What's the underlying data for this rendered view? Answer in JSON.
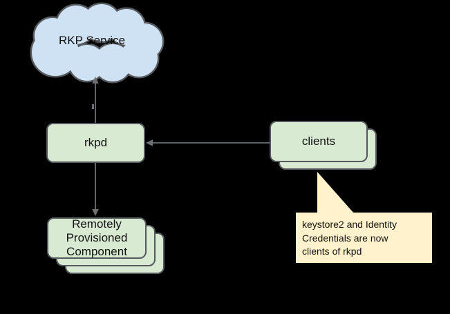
{
  "colors": {
    "canvas-bg": "#000000",
    "cloud-fill": "#cfe2f3",
    "node-fill": "#d9ead3",
    "shape-border": "#55585c",
    "connector": "#6d7073",
    "callout-fill": "#fff2cc",
    "text": "#111111"
  },
  "nodes": {
    "rkp_service": {
      "label": "RKP Service"
    },
    "rkpd": {
      "label": "rkpd"
    },
    "clients": {
      "label": "clients"
    },
    "remotely_provisioned_component": {
      "lines": [
        "Remotely",
        "Provisioned",
        "Component"
      ]
    }
  },
  "callout": {
    "lines": [
      "keystore2 and Identity",
      "Credentials are now",
      "clients of rkpd"
    ]
  }
}
